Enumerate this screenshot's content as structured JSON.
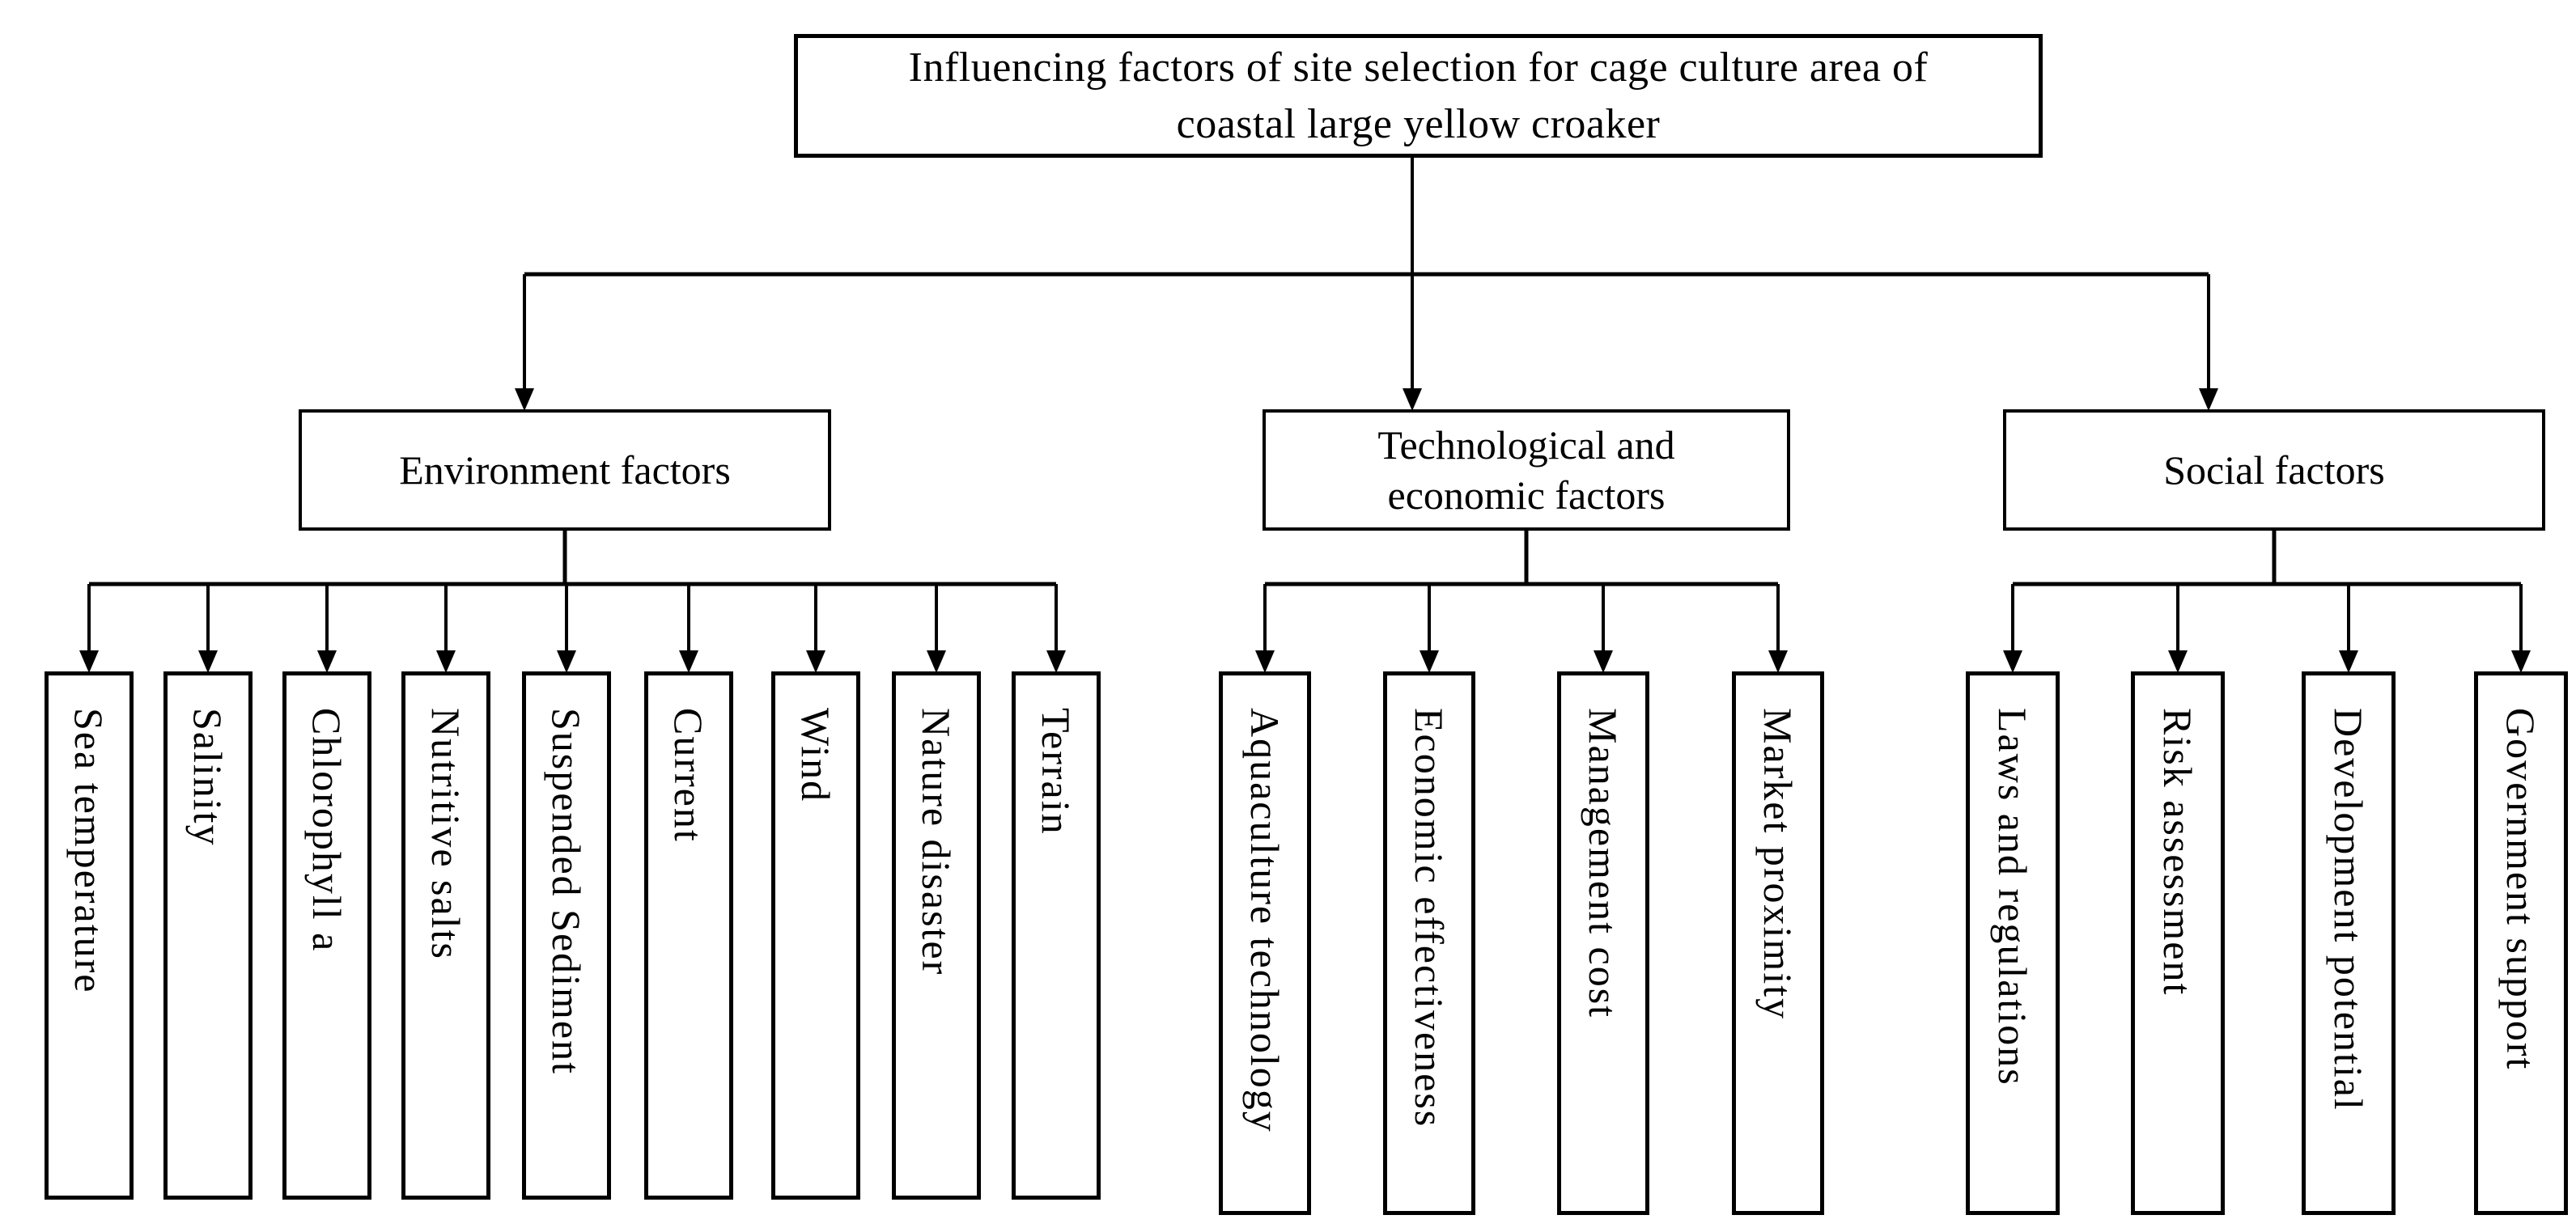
{
  "title": {
    "line1": "Influencing factors of site selection for cage culture area of",
    "line2": "coastal large yellow croaker"
  },
  "groups": [
    {
      "label": "Environment factors",
      "children": [
        "Sea temperature",
        "Salinity",
        "Chlorophyll a",
        "Nutritive salts",
        "Suspended Sediment",
        "Current",
        "Wind",
        "Nature disaster",
        "Terrain"
      ]
    },
    {
      "label": "Technological and economic factors",
      "children": [
        "Aquaculture technology",
        "Economic effectiveness",
        "Management cost",
        "Market proximity"
      ]
    },
    {
      "label": "Social factors",
      "children": [
        "Laws and regulations",
        "Risk assessment",
        "Development potential",
        "Government support"
      ]
    }
  ],
  "colors": {
    "background": "#ffffff",
    "line": "#000000",
    "border": "#000000",
    "text": "#000000"
  }
}
